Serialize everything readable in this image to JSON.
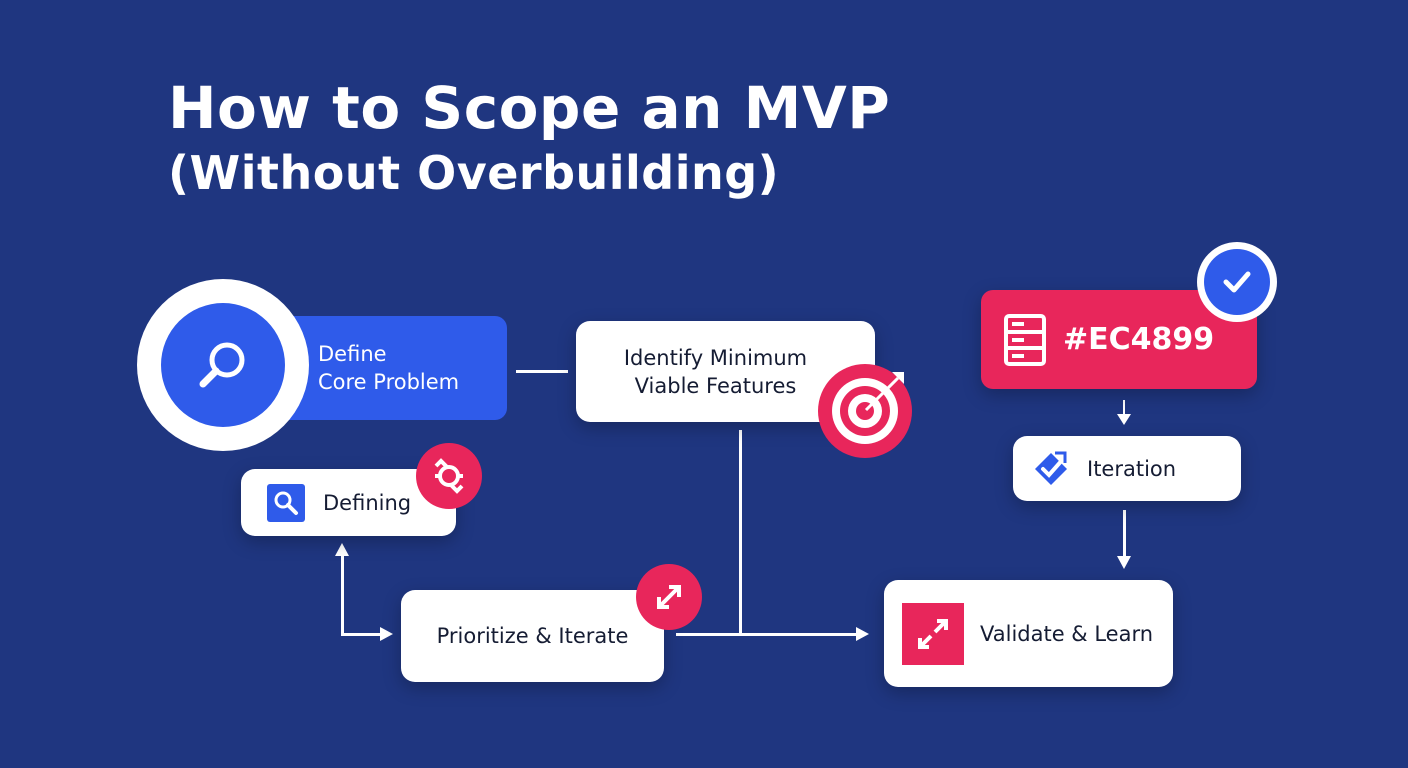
{
  "title": {
    "line1": "How to Scope an MVP",
    "line2": "(Without Overbuilding)"
  },
  "nodes": {
    "define_core_problem": {
      "label_line1": "Define",
      "label_line2": "Core Problem",
      "icon": "search-icon"
    },
    "identify_features": {
      "label_line1": "Identify Minimum",
      "label_line2": "Viable Features",
      "icon": "target-icon"
    },
    "defining": {
      "label": "Defining",
      "icon": "search-icon",
      "badge_icon": "tool-icon"
    },
    "prioritize_iterate": {
      "label": "Prioritize & Iterate",
      "badge_icon": "resize-arrows-icon"
    },
    "validate_learn": {
      "label": "Validate & Learn",
      "icon": "expand-arrows-icon"
    },
    "color_tag": {
      "label": "#EC4899",
      "icon": "server-icon",
      "badge_icon": "check-icon"
    },
    "iteration": {
      "label": "Iteration",
      "icon": "check-box-icon"
    }
  },
  "colors": {
    "background": "#1f3680",
    "primary_blue": "#2f5bea",
    "accent_pink": "#e8265b",
    "card": "#ffffff",
    "text_dark": "#151c33"
  }
}
